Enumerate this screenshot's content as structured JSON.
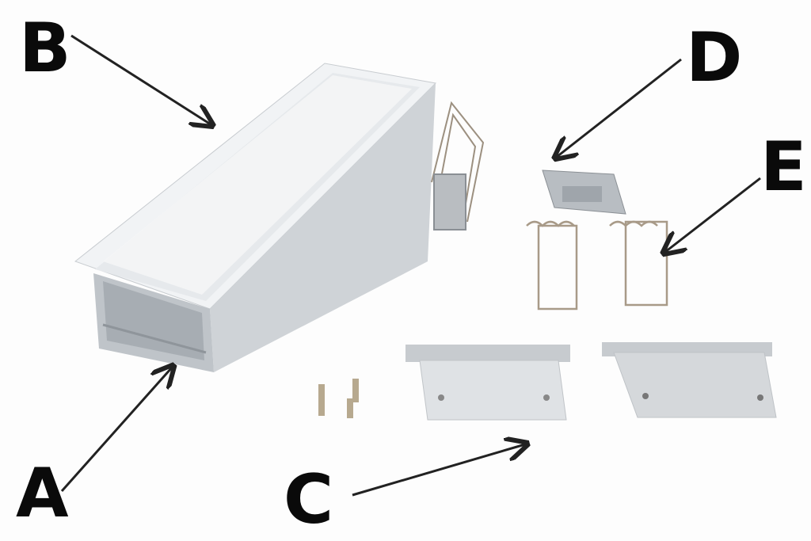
{
  "labels": {
    "a": "A",
    "b": "B",
    "c": "C",
    "d": "D",
    "e": "E"
  },
  "parts": {
    "a": "aluminium-profile",
    "b": "diffuser-cover",
    "c": "end-caps",
    "d": "mounting-clip",
    "e": "spring-clips"
  },
  "colors": {
    "label": "#0a0a0a",
    "aluminium": "#d9dcdf",
    "diffuser": "#eef0f2",
    "spring": "#a89a88"
  }
}
